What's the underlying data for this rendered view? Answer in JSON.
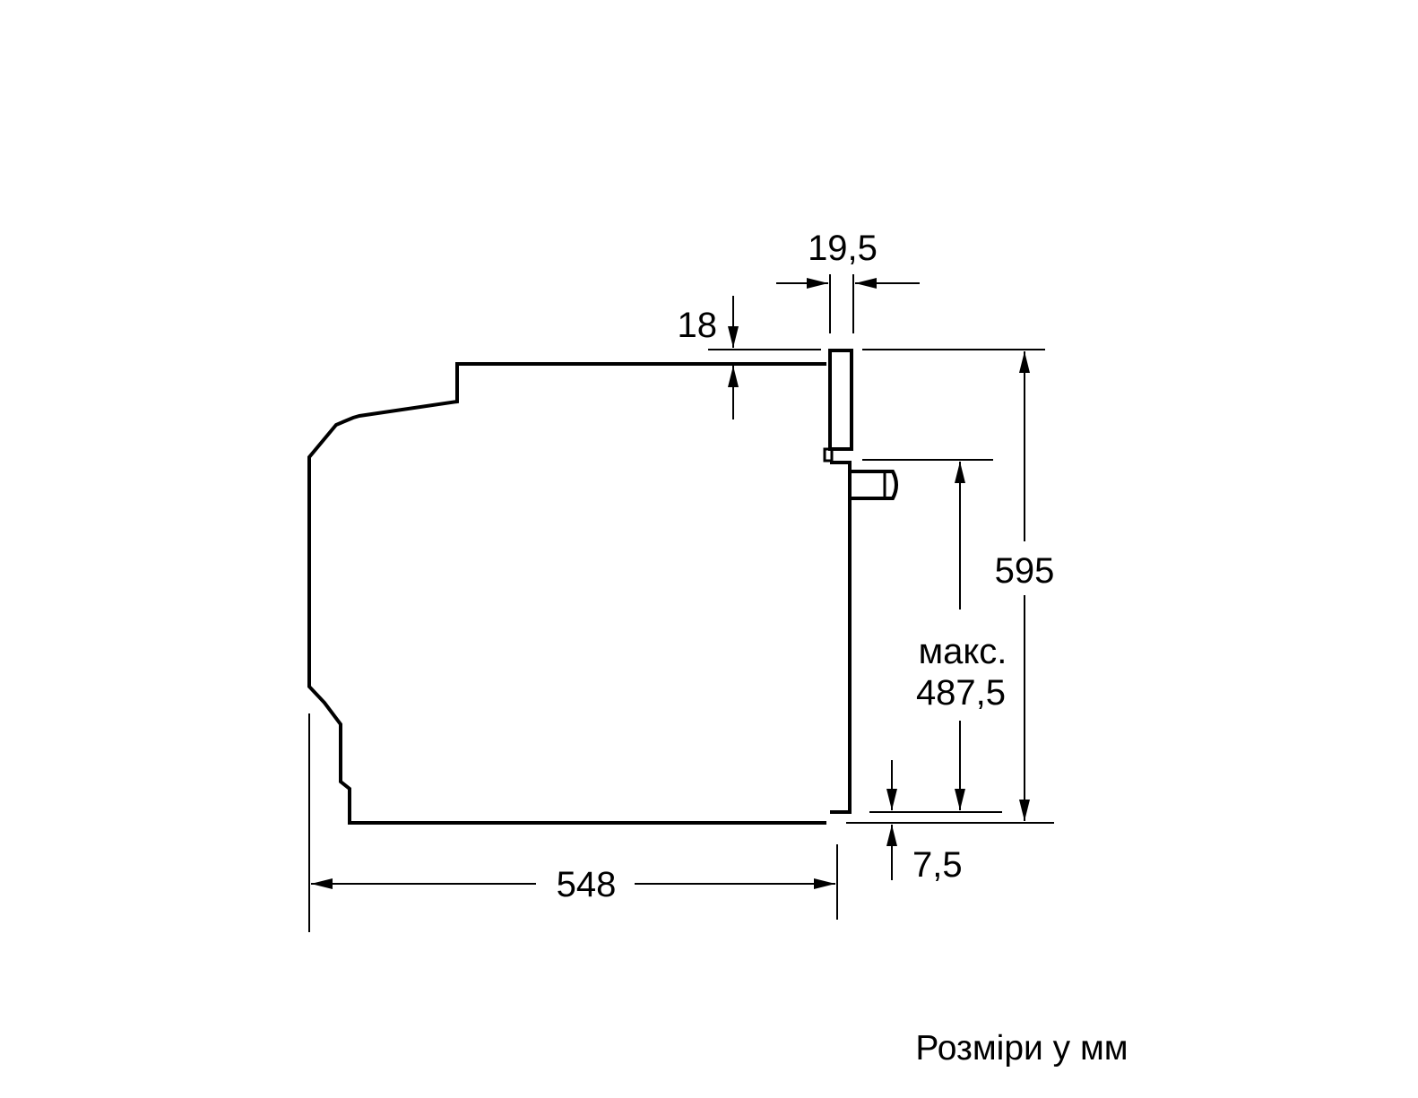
{
  "dimensions": {
    "front_thickness": "19,5",
    "top_offset": "18",
    "total_height": "595",
    "max_label": "макс.",
    "max_value": "487,5",
    "bottom_offset": "7,5",
    "depth": "548"
  },
  "caption": "Розміри у мм",
  "colors": {
    "line": "#000000",
    "background": "#ffffff"
  }
}
